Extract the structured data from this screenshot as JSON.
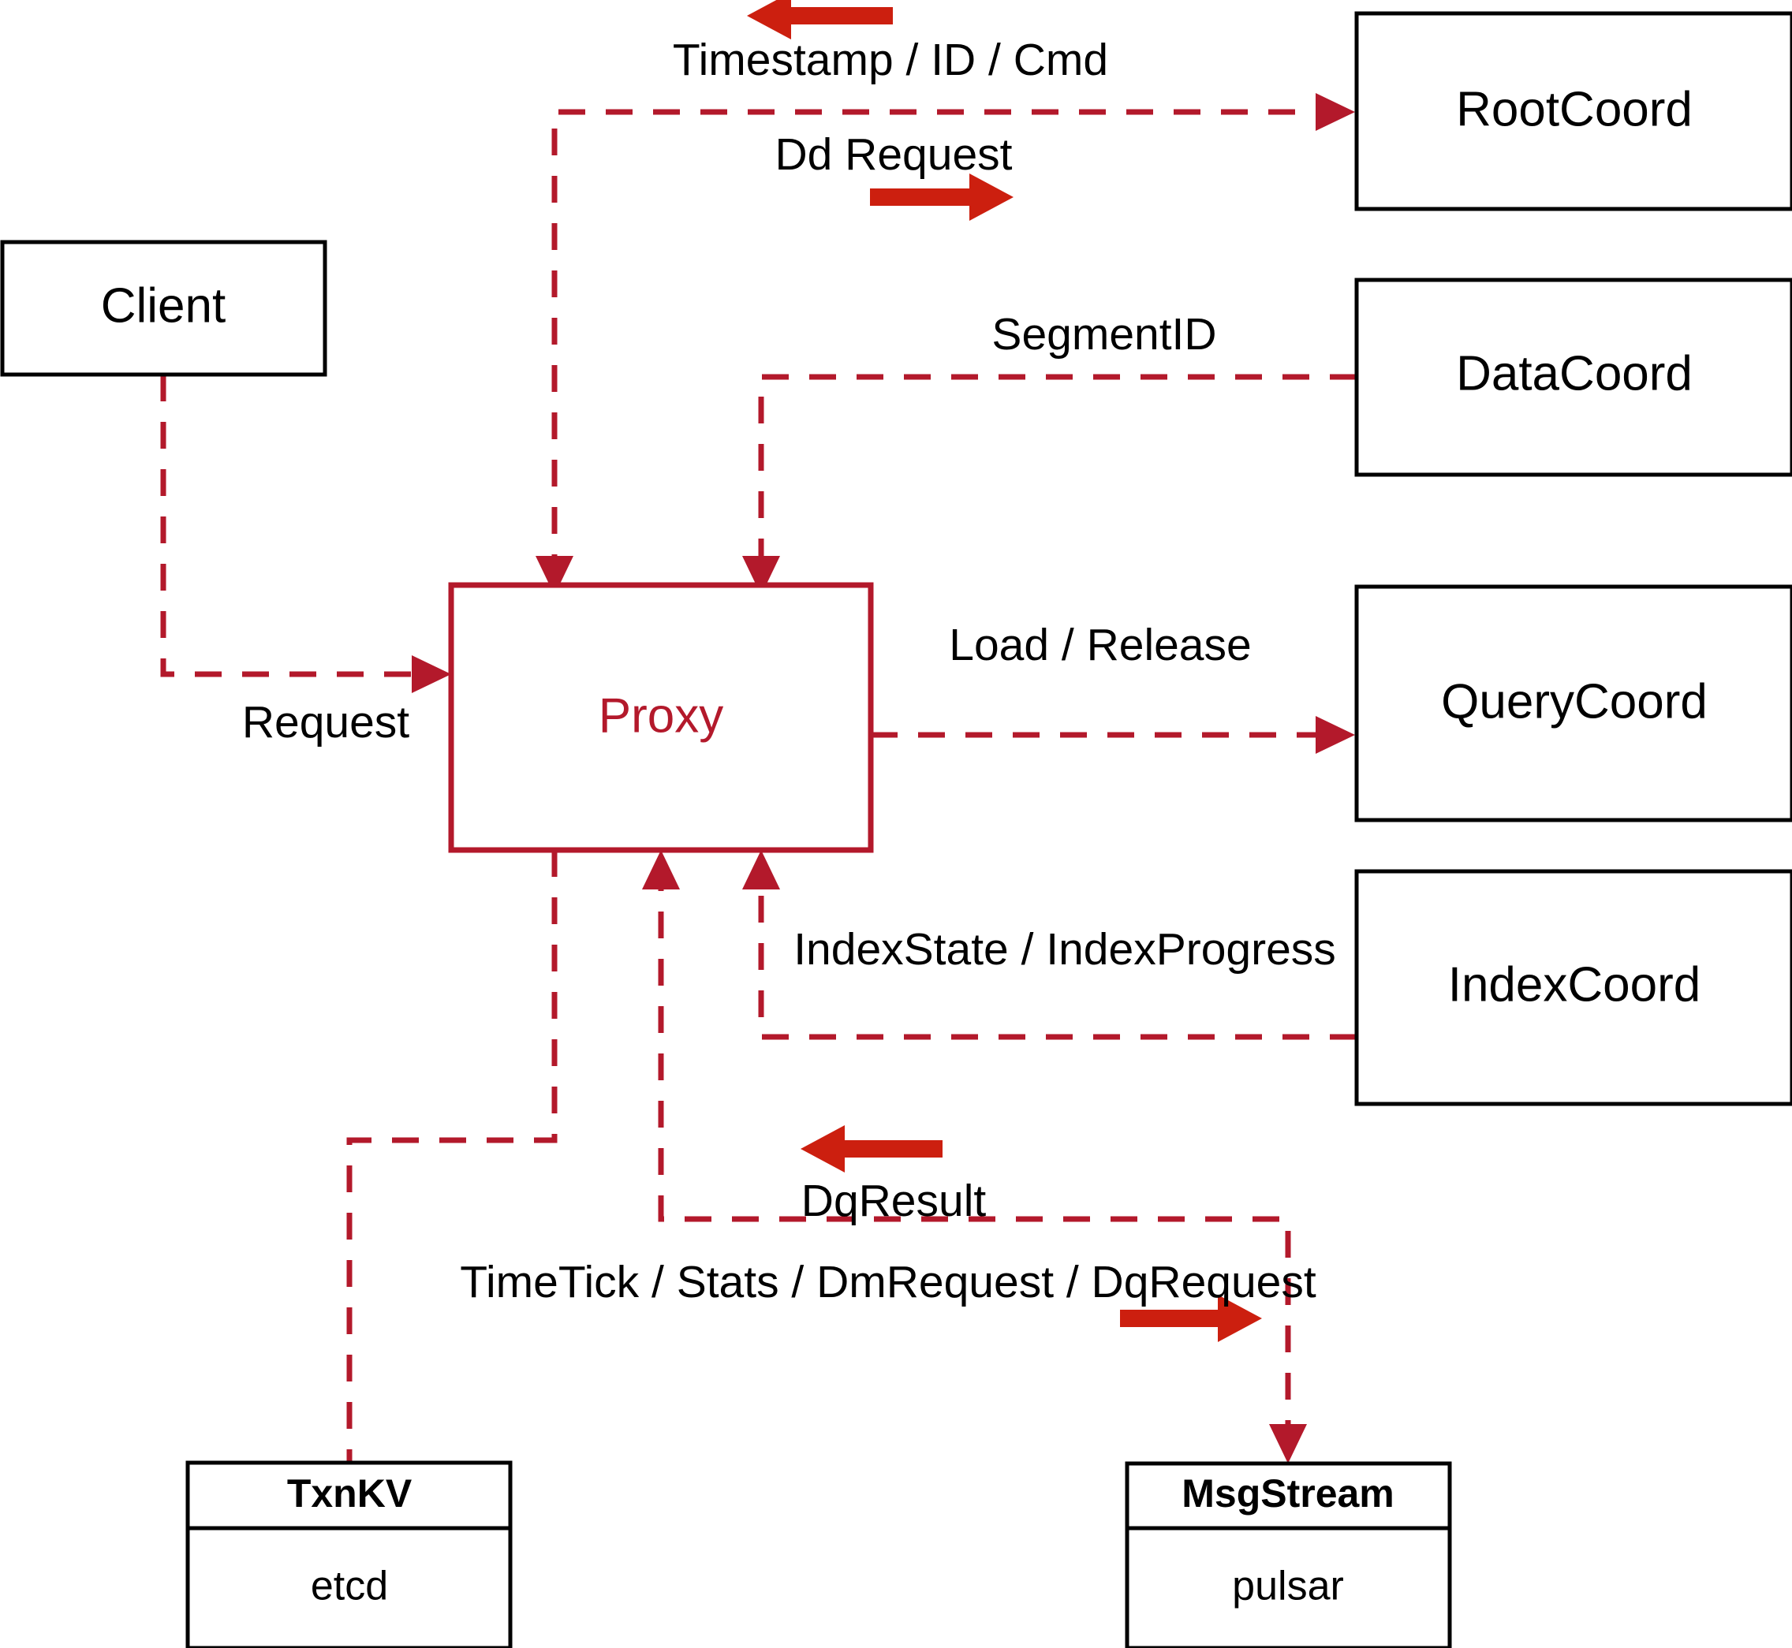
{
  "diagram": {
    "title": "Proxy component interaction diagram",
    "colors": {
      "accent_red": "#b3192b",
      "arrow_red": "#cc1f0f",
      "node_stroke": "#000000",
      "background": "#ffffff"
    },
    "nodes": [
      {
        "id": "client",
        "label": "Client"
      },
      {
        "id": "proxy",
        "label": "Proxy"
      },
      {
        "id": "rootcoord",
        "label": "RootCoord"
      },
      {
        "id": "datacoord",
        "label": "DataCoord"
      },
      {
        "id": "querycoord",
        "label": "QueryCoord"
      },
      {
        "id": "indexcoord",
        "label": "IndexCoord"
      },
      {
        "id": "txnkv",
        "label": "TxnKV",
        "sub_label": "etcd"
      },
      {
        "id": "msgstream",
        "label": "MsgStream",
        "sub_label": "pulsar"
      }
    ],
    "edge_labels": {
      "timestamp_id_cmd": "Timestamp / ID / Cmd",
      "dd_request": "Dd Request",
      "segment_id": "SegmentID",
      "load_release": "Load / Release",
      "index_state_progress": "IndexState / IndexProgress",
      "request": "Request",
      "dq_result": "DqResult",
      "timetick_stats": "TimeTick / Stats / DmRequest / DqRequest"
    }
  }
}
